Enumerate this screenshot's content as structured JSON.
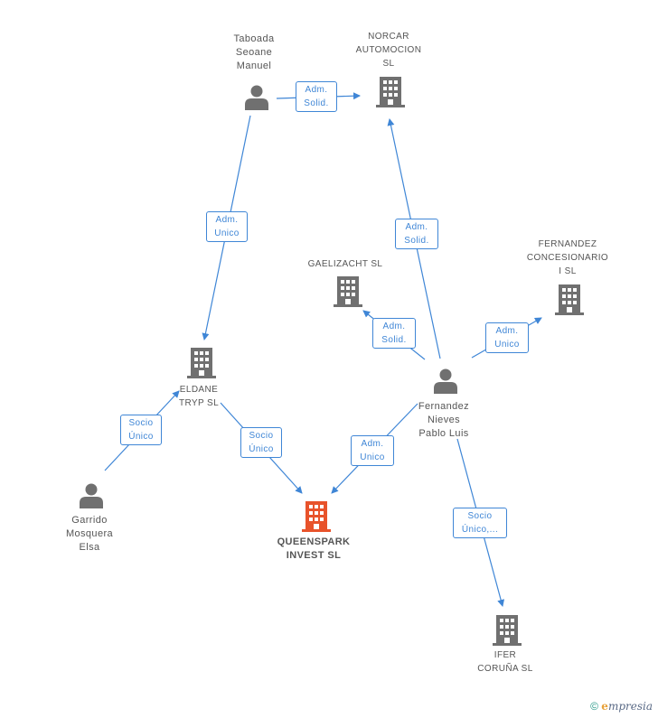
{
  "colors": {
    "edge": "#3f86d6",
    "company": "#707070",
    "person": "#707070",
    "main": "#e8532b"
  },
  "nodes": {
    "taboada": {
      "label": "Taboada\nSeoane\nManuel",
      "icon": "person-icon"
    },
    "norcar": {
      "label": "NORCAR\nAUTOMOCION\nSL",
      "icon": "building-icon"
    },
    "gaelizacht": {
      "label": "GAELIZACHT SL",
      "icon": "building-icon"
    },
    "fernandez_conc": {
      "label": "FERNANDEZ\nCONCESIONARIO\nI SL",
      "icon": "building-icon"
    },
    "eldane": {
      "label": "ELDANE\nTRYP SL",
      "icon": "building-icon"
    },
    "fernandez_pablo": {
      "label": "Fernandez\nNieves\nPablo Luis",
      "icon": "person-icon"
    },
    "garrido": {
      "label": "Garrido\nMosquera\nElsa",
      "icon": "person-icon"
    },
    "queenspark": {
      "label": "QUEENSPARK\nINVEST SL",
      "icon": "building-icon"
    },
    "ifer": {
      "label": "IFER\nCORUÑA SL",
      "icon": "building-icon"
    }
  },
  "edges": {
    "taboada_norcar": "Adm.\nSolid.",
    "taboada_eldane": "Adm.\nUnico",
    "pablo_norcar": "Adm.\nSolid.",
    "pablo_gaelizacht": "Adm.\nSolid.",
    "pablo_fconc": "Adm.\nUnico",
    "pablo_queenspark": "Adm.\nUnico",
    "garrido_eldane": "Socio\nÚnico",
    "eldane_queenspark": "Socio\nÚnico",
    "pablo_ifer": "Socio\nÚnico,..."
  },
  "footer": {
    "copyright": "©",
    "brand_first": "e",
    "brand_rest": "mpresia"
  }
}
